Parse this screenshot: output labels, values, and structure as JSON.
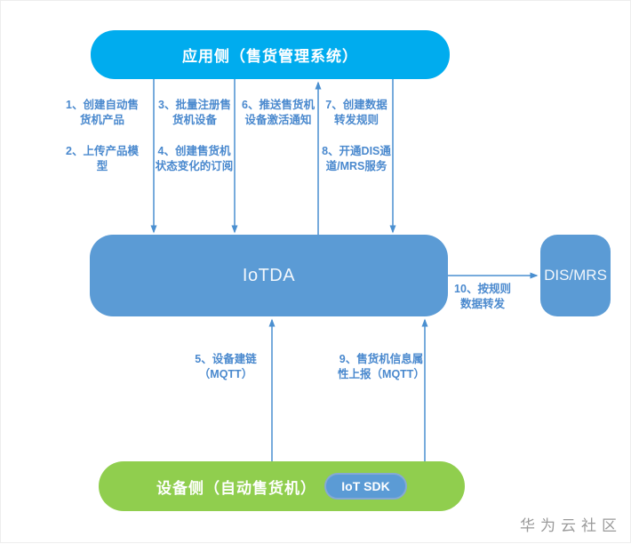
{
  "diagram": {
    "app_box": {
      "label": "应用侧（售货管理系统）"
    },
    "iotda_box": {
      "label": "IoTDA"
    },
    "dis_mrs_box": {
      "label": "DIS/MRS"
    },
    "device_box": {
      "label": "设备侧（自动售货机）"
    },
    "iot_sdk_badge": {
      "label": "IoT SDK"
    },
    "steps": [
      {
        "num": "1",
        "label": "1、创建自动售\n货机产品",
        "from": "app",
        "to": "iotda"
      },
      {
        "num": "2",
        "label": "2、上传产品模\n型",
        "from": "app",
        "to": "iotda"
      },
      {
        "num": "3",
        "label": "3、批量注册售\n货机设备",
        "from": "app",
        "to": "iotda"
      },
      {
        "num": "4",
        "label": "4、创建售货机\n状态变化的订阅",
        "from": "app",
        "to": "iotda"
      },
      {
        "num": "5",
        "label": "5、设备建链\n（MQTT）",
        "from": "device",
        "to": "iotda"
      },
      {
        "num": "6",
        "label": "6、推送售货机\n设备激活通知",
        "from": "iotda",
        "to": "app"
      },
      {
        "num": "7",
        "label": "7、创建数据\n转发规则",
        "from": "app",
        "to": "iotda"
      },
      {
        "num": "8",
        "label": "8、开通DIS通\n道/MRS服务",
        "from": "app",
        "to": "iotda"
      },
      {
        "num": "9",
        "label": "9、售货机信息属\n性上报（MQTT）",
        "from": "device",
        "to": "iotda"
      },
      {
        "num": "10",
        "label": "10、按规则\n数据转发",
        "from": "iotda",
        "to": "dis_mrs"
      }
    ],
    "watermark": "华为云社区",
    "colors": {
      "app_box": "#00ACEE",
      "platform_box": "#5B9BD5",
      "device_box": "#90CE4E",
      "sdk_badge": "#5B9BD5",
      "arrow": "#4A8FD0",
      "step_text": "#4A89CE",
      "box_text": "#FFFFFF",
      "watermark_text": "#9A9A9A"
    }
  }
}
